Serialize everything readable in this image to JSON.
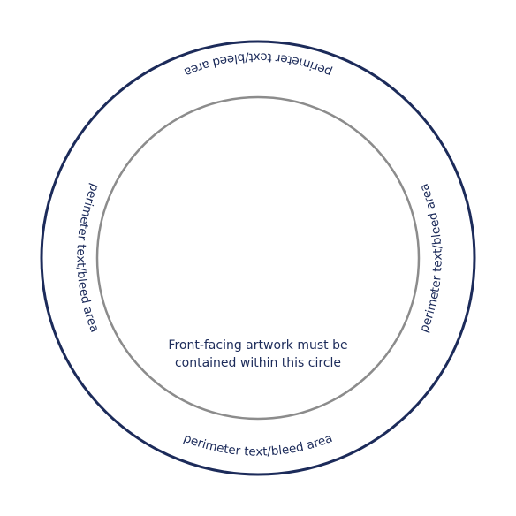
{
  "colors": {
    "outer_ring": "#1c2b5a",
    "inner_ring": "#8c8c8c",
    "text": "#1c2b5a",
    "background": "#ffffff"
  },
  "labels": {
    "top": "perimeter text/bleed area",
    "left": "perimeter text/bleed area",
    "right": "perimeter text/bleed area",
    "bottom": "perimeter text/bleed area"
  },
  "center": {
    "line1": "Front-facing artwork must be",
    "line2": "contained within this circle"
  }
}
